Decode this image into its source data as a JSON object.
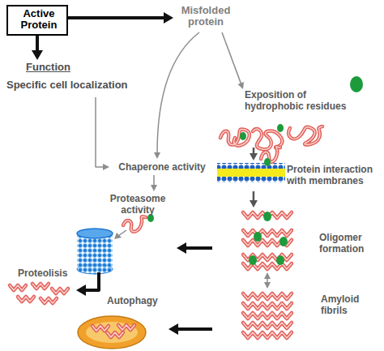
{
  "diagram": {
    "nodes": [
      {
        "text": [
          "Active Protein"
        ]
      },
      {
        "text": [
          "Misfolded protein"
        ]
      },
      {
        "text": [
          "Function",
          "Specific cell localization"
        ]
      },
      {
        "text": [
          "Exposition of hydrophobic residues"
        ]
      },
      {
        "text": [
          "Chaperone activity"
        ]
      },
      {
        "text": [
          "Proteasome activity"
        ]
      },
      {
        "text": [
          "Protein interaction with membranes"
        ]
      },
      {
        "text": [
          "Oligomer formation"
        ]
      },
      {
        "text": [
          "Amyloid fibrils"
        ]
      },
      {
        "text": [
          "Proteolisis"
        ]
      },
      {
        "text": [
          "Autophagy"
        ]
      }
    ],
    "edges": [
      {
        "from": 0,
        "to": 1,
        "arrow": "to"
      },
      {
        "from": 0,
        "to": 2,
        "arrow": "to"
      },
      {
        "from": 1,
        "to": 4,
        "arrow": "to"
      },
      {
        "from": 2,
        "to": 4,
        "arrow": "to"
      },
      {
        "from": 1,
        "to": 3,
        "arrow": "to"
      },
      {
        "from": 4,
        "to": 5,
        "arrow": "to"
      },
      {
        "from": 3,
        "to": 6,
        "arrow": "to"
      },
      {
        "from": 6,
        "to": 7,
        "arrow": "to"
      },
      {
        "from": 7,
        "to": 8,
        "arrow": "both"
      },
      {
        "from": 7,
        "to": 5,
        "arrow": "to"
      },
      {
        "from": 5,
        "to": 9,
        "arrow": "to"
      },
      {
        "from": 8,
        "to": 10,
        "arrow": "to"
      }
    ]
  }
}
